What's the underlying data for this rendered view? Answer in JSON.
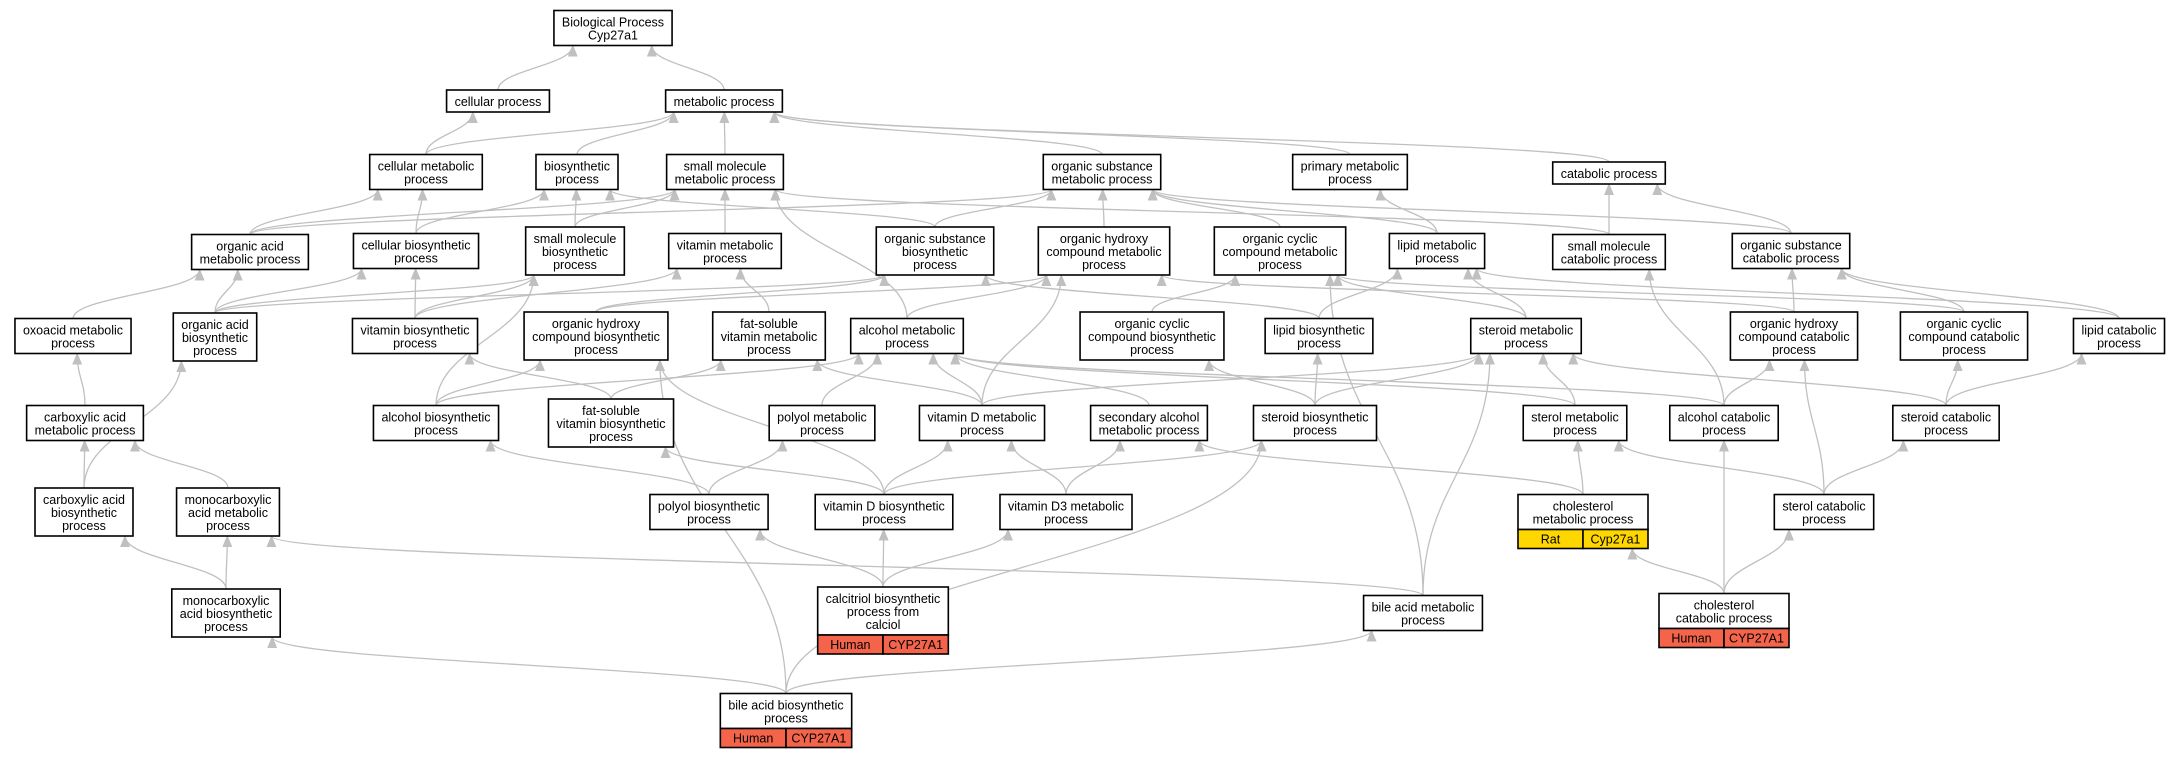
{
  "diagram": {
    "nodes": [
      {
        "id": "root",
        "lines": [
          "Biological Process",
          "Cyp27a1"
        ]
      },
      {
        "id": "cellular_process",
        "lines": [
          "cellular process"
        ]
      },
      {
        "id": "metabolic_process",
        "lines": [
          "metabolic process"
        ]
      },
      {
        "id": "cellular_metabolic",
        "lines": [
          "cellular metabolic",
          "process"
        ]
      },
      {
        "id": "biosynthetic",
        "lines": [
          "biosynthetic",
          "process"
        ]
      },
      {
        "id": "small_molecule_metabolic",
        "lines": [
          "small molecule",
          "metabolic process"
        ]
      },
      {
        "id": "organic_substance_metabolic",
        "lines": [
          "organic substance",
          "metabolic process"
        ]
      },
      {
        "id": "primary_metabolic",
        "lines": [
          "primary metabolic",
          "process"
        ]
      },
      {
        "id": "catabolic",
        "lines": [
          "catabolic process"
        ]
      },
      {
        "id": "organic_acid_metabolic",
        "lines": [
          "organic acid",
          "metabolic process"
        ]
      },
      {
        "id": "cellular_biosynthetic",
        "lines": [
          "cellular biosynthetic",
          "process"
        ]
      },
      {
        "id": "small_molecule_biosynthetic",
        "lines": [
          "small molecule",
          "biosynthetic",
          "process"
        ]
      },
      {
        "id": "vitamin_metabolic",
        "lines": [
          "vitamin metabolic",
          "process"
        ]
      },
      {
        "id": "organic_substance_biosynthetic",
        "lines": [
          "organic substance",
          "biosynthetic",
          "process"
        ]
      },
      {
        "id": "organic_hydroxy_metabolic",
        "lines": [
          "organic hydroxy",
          "compound metabolic",
          "process"
        ]
      },
      {
        "id": "organic_cyclic_metabolic",
        "lines": [
          "organic cyclic",
          "compound metabolic",
          "process"
        ]
      },
      {
        "id": "lipid_metabolic",
        "lines": [
          "lipid metabolic",
          "process"
        ]
      },
      {
        "id": "small_molecule_catabolic",
        "lines": [
          "small molecule",
          "catabolic process"
        ]
      },
      {
        "id": "organic_substance_catabolic",
        "lines": [
          "organic substance",
          "catabolic process"
        ]
      },
      {
        "id": "oxoacid_metabolic",
        "lines": [
          "oxoacid metabolic",
          "process"
        ]
      },
      {
        "id": "organic_acid_biosynthetic",
        "lines": [
          "organic acid",
          "biosynthetic",
          "process"
        ]
      },
      {
        "id": "vitamin_biosynthetic",
        "lines": [
          "vitamin biosynthetic",
          "process"
        ]
      },
      {
        "id": "organic_hydroxy_biosynthetic",
        "lines": [
          "organic hydroxy",
          "compound biosynthetic",
          "process"
        ]
      },
      {
        "id": "fat_soluble_vitamin_metabolic",
        "lines": [
          "fat-soluble",
          "vitamin metabolic",
          "process"
        ]
      },
      {
        "id": "alcohol_metabolic",
        "lines": [
          "alcohol metabolic",
          "process"
        ]
      },
      {
        "id": "organic_cyclic_biosynthetic",
        "lines": [
          "organic cyclic",
          "compound biosynthetic",
          "process"
        ]
      },
      {
        "id": "lipid_biosynthetic",
        "lines": [
          "lipid biosynthetic",
          "process"
        ]
      },
      {
        "id": "steroid_metabolic",
        "lines": [
          "steroid metabolic",
          "process"
        ]
      },
      {
        "id": "organic_hydroxy_catabolic",
        "lines": [
          "organic hydroxy",
          "compound catabolic",
          "process"
        ]
      },
      {
        "id": "organic_cyclic_catabolic",
        "lines": [
          "organic cyclic",
          "compound catabolic",
          "process"
        ]
      },
      {
        "id": "lipid_catabolic",
        "lines": [
          "lipid catabolic",
          "process"
        ]
      },
      {
        "id": "carboxylic_acid_metabolic",
        "lines": [
          "carboxylic acid",
          "metabolic process"
        ]
      },
      {
        "id": "alcohol_biosynthetic",
        "lines": [
          "alcohol biosynthetic",
          "process"
        ]
      },
      {
        "id": "fat_soluble_vitamin_biosynthetic",
        "lines": [
          "fat-soluble",
          "vitamin biosynthetic",
          "process"
        ]
      },
      {
        "id": "polyol_metabolic",
        "lines": [
          "polyol metabolic",
          "process"
        ]
      },
      {
        "id": "vitamin_d_metabolic",
        "lines": [
          "vitamin D metabolic",
          "process"
        ]
      },
      {
        "id": "secondary_alcohol_metabolic",
        "lines": [
          "secondary alcohol",
          "metabolic process"
        ]
      },
      {
        "id": "steroid_biosynthetic",
        "lines": [
          "steroid biosynthetic",
          "process"
        ]
      },
      {
        "id": "sterol_metabolic",
        "lines": [
          "sterol metabolic",
          "process"
        ]
      },
      {
        "id": "alcohol_catabolic",
        "lines": [
          "alcohol catabolic",
          "process"
        ]
      },
      {
        "id": "steroid_catabolic",
        "lines": [
          "steroid catabolic",
          "process"
        ]
      },
      {
        "id": "carboxylic_acid_biosynthetic",
        "lines": [
          "carboxylic acid",
          "biosynthetic",
          "process"
        ]
      },
      {
        "id": "monocarboxylic_acid_metabolic",
        "lines": [
          "monocarboxylic",
          "acid metabolic",
          "process"
        ]
      },
      {
        "id": "polyol_biosynthetic",
        "lines": [
          "polyol biosynthetic",
          "process"
        ]
      },
      {
        "id": "vitamin_d_biosynthetic",
        "lines": [
          "vitamin D biosynthetic",
          "process"
        ]
      },
      {
        "id": "vitamin_d3_metabolic",
        "lines": [
          "vitamin D3 metabolic",
          "process"
        ]
      },
      {
        "id": "cholesterol_metabolic",
        "lines": [
          "cholesterol",
          "metabolic process"
        ],
        "tags": [
          {
            "species": "Rat",
            "gene": "Cyp27a1",
            "color": "#ffd700"
          }
        ]
      },
      {
        "id": "sterol_catabolic",
        "lines": [
          "sterol catabolic",
          "process"
        ]
      },
      {
        "id": "monocarboxylic_acid_biosynthetic",
        "lines": [
          "monocarboxylic",
          "acid biosynthetic",
          "process"
        ]
      },
      {
        "id": "calcitriol_biosynthetic",
        "lines": [
          "calcitriol biosynthetic",
          "process from",
          "calciol"
        ],
        "tags": [
          {
            "species": "Human",
            "gene": "CYP27A1",
            "color": "#f4644a"
          }
        ]
      },
      {
        "id": "bile_acid_metabolic",
        "lines": [
          "bile acid metabolic",
          "process"
        ]
      },
      {
        "id": "cholesterol_catabolic",
        "lines": [
          "cholesterol",
          "catabolic process"
        ],
        "tags": [
          {
            "species": "Human",
            "gene": "CYP27A1",
            "color": "#f4644a"
          }
        ]
      },
      {
        "id": "bile_acid_biosynthetic",
        "lines": [
          "bile acid biosynthetic",
          "process"
        ],
        "tags": [
          {
            "species": "Human",
            "gene": "CYP27A1",
            "color": "#f4644a"
          }
        ]
      }
    ],
    "edges": [
      [
        "cellular_process",
        "root"
      ],
      [
        "metabolic_process",
        "root"
      ],
      [
        "cellular_metabolic",
        "cellular_process"
      ],
      [
        "cellular_metabolic",
        "metabolic_process"
      ],
      [
        "biosynthetic",
        "metabolic_process"
      ],
      [
        "small_molecule_metabolic",
        "metabolic_process"
      ],
      [
        "organic_substance_metabolic",
        "metabolic_process"
      ],
      [
        "primary_metabolic",
        "metabolic_process"
      ],
      [
        "catabolic",
        "metabolic_process"
      ],
      [
        "organic_acid_metabolic",
        "cellular_metabolic"
      ],
      [
        "organic_acid_metabolic",
        "small_molecule_metabolic"
      ],
      [
        "organic_acid_metabolic",
        "organic_substance_metabolic"
      ],
      [
        "cellular_biosynthetic",
        "cellular_metabolic"
      ],
      [
        "cellular_biosynthetic",
        "biosynthetic"
      ],
      [
        "small_molecule_biosynthetic",
        "biosynthetic"
      ],
      [
        "small_molecule_biosynthetic",
        "small_molecule_metabolic"
      ],
      [
        "vitamin_metabolic",
        "small_molecule_metabolic"
      ],
      [
        "organic_substance_biosynthetic",
        "organic_substance_metabolic"
      ],
      [
        "organic_substance_biosynthetic",
        "biosynthetic"
      ],
      [
        "organic_hydroxy_metabolic",
        "organic_substance_metabolic"
      ],
      [
        "organic_cyclic_metabolic",
        "organic_substance_metabolic"
      ],
      [
        "lipid_metabolic",
        "organic_substance_metabolic"
      ],
      [
        "lipid_metabolic",
        "primary_metabolic"
      ],
      [
        "small_molecule_catabolic",
        "small_molecule_metabolic"
      ],
      [
        "small_molecule_catabolic",
        "catabolic"
      ],
      [
        "organic_substance_catabolic",
        "organic_substance_metabolic"
      ],
      [
        "organic_substance_catabolic",
        "catabolic"
      ],
      [
        "oxoacid_metabolic",
        "organic_acid_metabolic"
      ],
      [
        "organic_acid_biosynthetic",
        "organic_acid_metabolic"
      ],
      [
        "organic_acid_biosynthetic",
        "cellular_biosynthetic"
      ],
      [
        "organic_acid_biosynthetic",
        "small_molecule_biosynthetic"
      ],
      [
        "organic_acid_biosynthetic",
        "organic_substance_biosynthetic"
      ],
      [
        "vitamin_biosynthetic",
        "vitamin_metabolic"
      ],
      [
        "vitamin_biosynthetic",
        "small_molecule_biosynthetic"
      ],
      [
        "vitamin_biosynthetic",
        "cellular_biosynthetic"
      ],
      [
        "organic_hydroxy_biosynthetic",
        "organic_hydroxy_metabolic"
      ],
      [
        "organic_hydroxy_biosynthetic",
        "organic_substance_biosynthetic"
      ],
      [
        "fat_soluble_vitamin_metabolic",
        "vitamin_metabolic"
      ],
      [
        "alcohol_metabolic",
        "organic_hydroxy_metabolic"
      ],
      [
        "alcohol_metabolic",
        "small_molecule_metabolic"
      ],
      [
        "organic_cyclic_biosynthetic",
        "organic_cyclic_metabolic"
      ],
      [
        "lipid_biosynthetic",
        "lipid_metabolic"
      ],
      [
        "lipid_biosynthetic",
        "organic_substance_biosynthetic"
      ],
      [
        "steroid_metabolic",
        "lipid_metabolic"
      ],
      [
        "steroid_metabolic",
        "organic_cyclic_metabolic"
      ],
      [
        "organic_hydroxy_catabolic",
        "organic_hydroxy_metabolic"
      ],
      [
        "organic_hydroxy_catabolic",
        "organic_substance_catabolic"
      ],
      [
        "organic_cyclic_catabolic",
        "organic_cyclic_metabolic"
      ],
      [
        "organic_cyclic_catabolic",
        "organic_substance_catabolic"
      ],
      [
        "lipid_catabolic",
        "lipid_metabolic"
      ],
      [
        "lipid_catabolic",
        "organic_substance_catabolic"
      ],
      [
        "carboxylic_acid_metabolic",
        "oxoacid_metabolic"
      ],
      [
        "alcohol_biosynthetic",
        "alcohol_metabolic"
      ],
      [
        "alcohol_biosynthetic",
        "organic_hydroxy_biosynthetic"
      ],
      [
        "alcohol_biosynthetic",
        "small_molecule_biosynthetic"
      ],
      [
        "fat_soluble_vitamin_biosynthetic",
        "fat_soluble_vitamin_metabolic"
      ],
      [
        "fat_soluble_vitamin_biosynthetic",
        "vitamin_biosynthetic"
      ],
      [
        "polyol_metabolic",
        "alcohol_metabolic"
      ],
      [
        "vitamin_d_metabolic",
        "fat_soluble_vitamin_metabolic"
      ],
      [
        "vitamin_d_metabolic",
        "alcohol_metabolic"
      ],
      [
        "vitamin_d_metabolic",
        "organic_hydroxy_metabolic"
      ],
      [
        "vitamin_d_metabolic",
        "steroid_metabolic"
      ],
      [
        "secondary_alcohol_metabolic",
        "alcohol_metabolic"
      ],
      [
        "steroid_biosynthetic",
        "steroid_metabolic"
      ],
      [
        "steroid_biosynthetic",
        "lipid_biosynthetic"
      ],
      [
        "steroid_biosynthetic",
        "organic_cyclic_biosynthetic"
      ],
      [
        "sterol_metabolic",
        "steroid_metabolic"
      ],
      [
        "sterol_metabolic",
        "alcohol_metabolic"
      ],
      [
        "alcohol_catabolic",
        "alcohol_metabolic"
      ],
      [
        "alcohol_catabolic",
        "organic_hydroxy_catabolic"
      ],
      [
        "alcohol_catabolic",
        "small_molecule_catabolic"
      ],
      [
        "steroid_catabolic",
        "steroid_metabolic"
      ],
      [
        "steroid_catabolic",
        "lipid_catabolic"
      ],
      [
        "steroid_catabolic",
        "organic_cyclic_catabolic"
      ],
      [
        "carboxylic_acid_biosynthetic",
        "carboxylic_acid_metabolic"
      ],
      [
        "carboxylic_acid_biosynthetic",
        "organic_acid_biosynthetic"
      ],
      [
        "monocarboxylic_acid_metabolic",
        "carboxylic_acid_metabolic"
      ],
      [
        "polyol_biosynthetic",
        "polyol_metabolic"
      ],
      [
        "polyol_biosynthetic",
        "alcohol_biosynthetic"
      ],
      [
        "vitamin_d_biosynthetic",
        "vitamin_d_metabolic"
      ],
      [
        "vitamin_d_biosynthetic",
        "fat_soluble_vitamin_biosynthetic"
      ],
      [
        "vitamin_d_biosynthetic",
        "steroid_biosynthetic"
      ],
      [
        "vitamin_d_biosynthetic",
        "organic_hydroxy_biosynthetic"
      ],
      [
        "vitamin_d3_metabolic",
        "vitamin_d_metabolic"
      ],
      [
        "vitamin_d3_metabolic",
        "secondary_alcohol_metabolic"
      ],
      [
        "cholesterol_metabolic",
        "sterol_metabolic"
      ],
      [
        "cholesterol_metabolic",
        "secondary_alcohol_metabolic"
      ],
      [
        "sterol_catabolic",
        "sterol_metabolic"
      ],
      [
        "sterol_catabolic",
        "steroid_catabolic"
      ],
      [
        "sterol_catabolic",
        "organic_hydroxy_catabolic"
      ],
      [
        "monocarboxylic_acid_biosynthetic",
        "monocarboxylic_acid_metabolic"
      ],
      [
        "monocarboxylic_acid_biosynthetic",
        "carboxylic_acid_biosynthetic"
      ],
      [
        "calcitriol_biosynthetic",
        "vitamin_d_biosynthetic"
      ],
      [
        "calcitriol_biosynthetic",
        "polyol_biosynthetic"
      ],
      [
        "calcitriol_biosynthetic",
        "vitamin_d3_metabolic"
      ],
      [
        "bile_acid_metabolic",
        "monocarboxylic_acid_metabolic"
      ],
      [
        "bile_acid_metabolic",
        "steroid_metabolic"
      ],
      [
        "bile_acid_metabolic",
        "organic_cyclic_metabolic"
      ],
      [
        "cholesterol_catabolic",
        "cholesterol_metabolic"
      ],
      [
        "cholesterol_catabolic",
        "sterol_catabolic"
      ],
      [
        "cholesterol_catabolic",
        "alcohol_catabolic"
      ],
      [
        "bile_acid_biosynthetic",
        "bile_acid_metabolic"
      ],
      [
        "bile_acid_biosynthetic",
        "monocarboxylic_acid_biosynthetic"
      ],
      [
        "bile_acid_biosynthetic",
        "steroid_biosynthetic"
      ],
      [
        "bile_acid_biosynthetic",
        "organic_hydroxy_biosynthetic"
      ]
    ]
  }
}
